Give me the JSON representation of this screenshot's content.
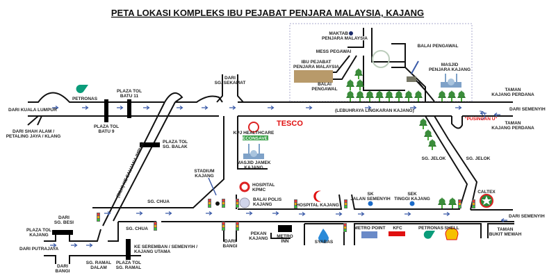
{
  "title": "PETA LOKASI KOMPLEKS IBU PEJABAT PENJARA MALAYSIA, KAJANG",
  "labels": {
    "dari_kl": "DARI KUALA LUMPUR",
    "shah_alam_1": "DARI SHAH ALAM /",
    "shah_alam_2": "PETALING JAYA / KLANG",
    "petronas_top": "PETRONAS",
    "tol_batu9_1": "PLAZA TOL",
    "tol_batu9_2": "BATU 9",
    "tol_batu11_1": "PLAZA TOL",
    "tol_batu11_2": "BATU 11",
    "tol_balak_1": "PLAZA TOL",
    "tol_balak_2": "SG. BALAK",
    "silk": "(SILK) KE SAUJANA IMPIAN",
    "sekamat_1": "DARI",
    "sekamat_2": "SG. SEKAMAT",
    "kpj": "KPJ HEALTHCARE",
    "econsave": "ECONSAVE",
    "masjid_jamek_1": "MASJID JAMEK",
    "masjid_jamek_2": "KAJANG",
    "tesco": "TESCO",
    "lebuhraya": "(LEBUHRAYA LINGKARAN KAJANG)",
    "maktab_1": "MAKTAB",
    "maktab_2": "PENJARA MALAYSIA",
    "mess": "MESS PEGAWAI",
    "ibu_pejabat_1": "IBU PEJABAT",
    "ibu_pejabat_2": "PENJARA MALAYSIA",
    "balai_pengawal_left_1": "BALAI",
    "balai_pengawal_left_2": "PENGAWAL",
    "balai_pengawal_right": "BALAI PENGAWAL",
    "masjid_penjara_1": "MASJID",
    "masjid_penjara_2": "PENJARA KAJANG",
    "taman_kp_top_1": "TAMAN",
    "taman_kp_top_2": "KAJANG PERDANA",
    "dari_semenyih_top": "DARI SEMENYIH",
    "pusingan_u": "\"PUSINGAN U\"",
    "taman_kp_bot_1": "TAMAN",
    "taman_kp_bot_2": "KAJANG PERDANA",
    "sg_jelok_left": "SG. JELOK",
    "sg_jelok_right": "SG. JELOK",
    "caltex": "CALTEX",
    "dari_semenyih_bot": "DARI SEMENYIH",
    "taman_bm_1": "TAMAN",
    "taman_bm_2": "BUKIT MEWAH",
    "stadium_1": "STADIUM",
    "stadium_2": "KAJANG",
    "kpmc_1": "HOSPITAL",
    "kpmc_2": "KPMC",
    "polis_1": "BALAI POLIS",
    "polis_2": "KAJANG",
    "hospital_kajang": "HOSPITAL KAJANG",
    "sk_1": "SK",
    "sk_2": "JALAN SEMENYIH",
    "sek_1": "SEK",
    "sek_2": "TINGGI KAJANG",
    "sg_chua_upper": "SG. CHUA",
    "sg_chua_lower": "SG. CHUA",
    "sg_besi_1": "DARI",
    "sg_besi_2": "SG. BESI",
    "tol_kajang_1": "PLAZA TOL",
    "tol_kajang_2": "KAJANG",
    "putrajaya": "DARI PUTRAJAYA",
    "bangi_left_1": "DARI",
    "bangi_left_2": "BANGI",
    "ramal_dalam_1": "SG. RAMAL",
    "ramal_dalam_2": "DALAM",
    "tol_ramal_1": "PLAZA TOL",
    "tol_ramal_2": "SG. RAMAL",
    "seremban_1": "KE SEREMBAN / SEMENYIH /",
    "seremban_2": "KAJANG UTAMA",
    "bangi_mid_1": "DARI",
    "bangi_mid_2": "BANGI",
    "pekan_1": "PEKAN",
    "pekan_2": "KAJANG",
    "metro_inn_1": "METRO",
    "metro_inn_2": "INN",
    "syabas": "SYABAS",
    "metro_point": "METRO POINT",
    "kfc": "KFC",
    "petronas_bot": "PETRONAS",
    "shell": "SHELL"
  },
  "colors": {
    "road": "#111111",
    "arrow": "#3a5aa8",
    "tree": "#2f7a2f",
    "petronas": "#0a9c7a",
    "red": "#e01010"
  }
}
